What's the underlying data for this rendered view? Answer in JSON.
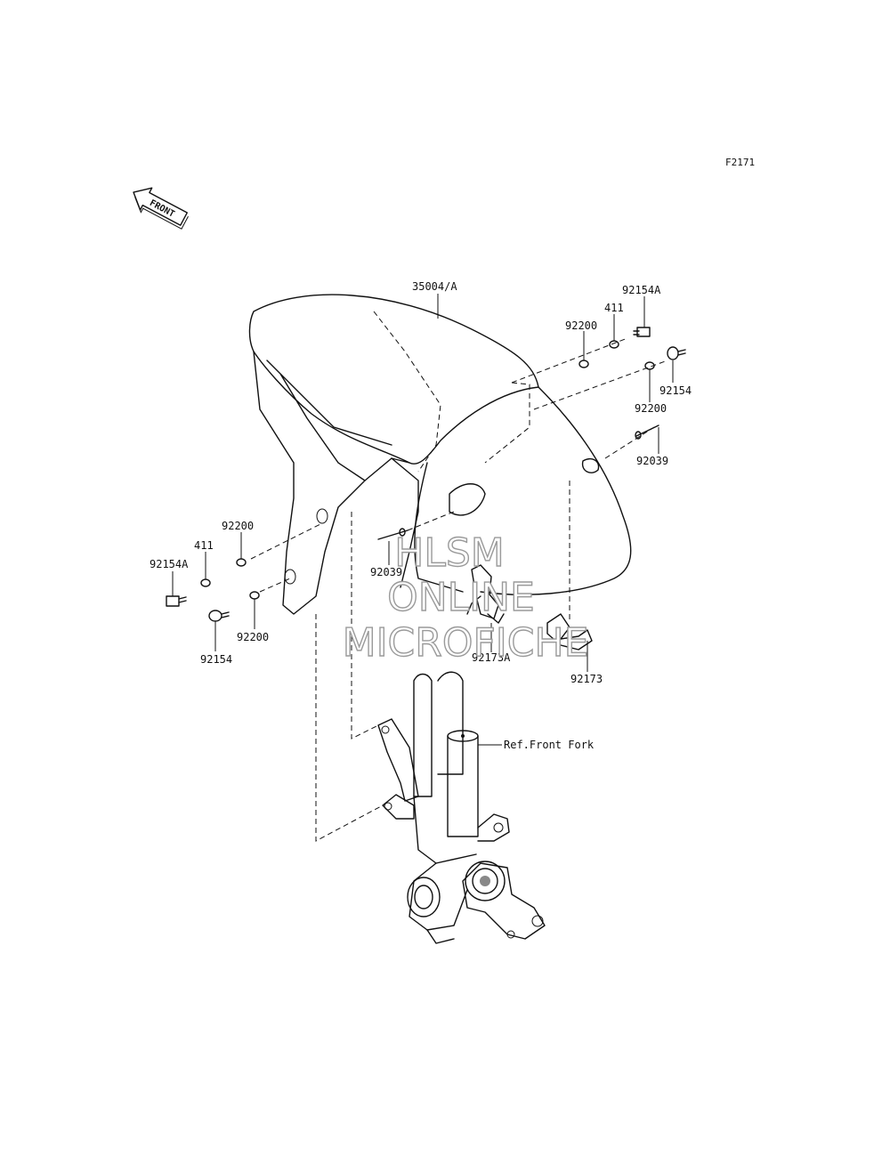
{
  "figure_id": "F2171",
  "front_label": "FRONT",
  "parts": [
    {
      "id": "p-35004",
      "text": "35004/A"
    },
    {
      "id": "p-92154A-r",
      "text": "92154A"
    },
    {
      "id": "p-411-r",
      "text": "411"
    },
    {
      "id": "p-92200-r1",
      "text": "92200"
    },
    {
      "id": "p-92154-r",
      "text": "92154"
    },
    {
      "id": "p-92200-r2",
      "text": "92200"
    },
    {
      "id": "p-92039-r",
      "text": "92039"
    },
    {
      "id": "p-92200-l1",
      "text": "92200"
    },
    {
      "id": "p-411-l",
      "text": "411"
    },
    {
      "id": "p-92154A-l",
      "text": "92154A"
    },
    {
      "id": "p-92039-c",
      "text": "92039"
    },
    {
      "id": "p-92200-l2",
      "text": "92200"
    },
    {
      "id": "p-92154-l",
      "text": "92154"
    },
    {
      "id": "p-92173A",
      "text": "92173A"
    },
    {
      "id": "p-92173",
      "text": "92173"
    },
    {
      "id": "p-ref-fork",
      "text": "Ref.Front Fork"
    }
  ],
  "watermark": {
    "line1": "HLSM",
    "line2": "ONLINE",
    "line3": "MICROFICHE"
  }
}
